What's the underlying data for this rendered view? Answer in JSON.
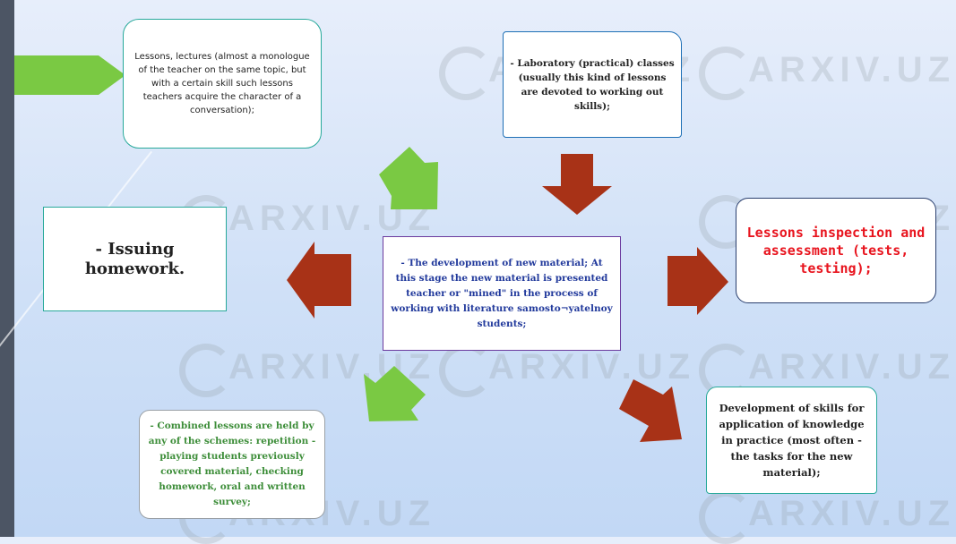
{
  "boxes": {
    "lectures": "Lessons, lectures (almost a monologue of the teacher on the same topic, but with a certain skill such lessons teachers acquire the character of a conversation);",
    "laboratory": "- Laboratory (practical) classes (usually this kind of lessons are devoted to working out skills);",
    "homework": "- Issuing homework.",
    "center": "- The development of new material; At this stage the new material is presented teacher or \"mined\" in the process of working with literature samosto¬yatelnoy students;",
    "inspection": "Lessons inspection and assessment (tests, testing);",
    "combined": "- Combined lessons are held by any of the schemes: repetition - playing students previously covered material, checking homework, oral and written survey;",
    "skills": "Development of skills for application of knowledge in practice (most often - the tasks for the new material);"
  },
  "watermark": "ARXIV.UZ",
  "colors": {
    "arrow_red": "#a83217",
    "arrow_green": "#7ac943",
    "inspection_text": "#e8141e",
    "center_text": "#223a9c",
    "combined_text": "#3e8e3a"
  }
}
